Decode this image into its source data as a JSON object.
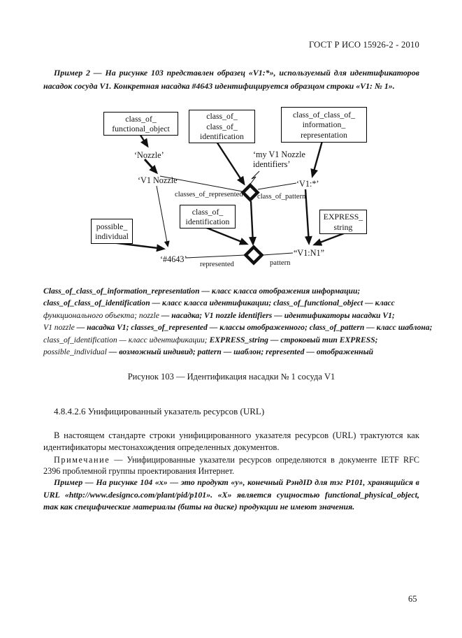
{
  "doc": {
    "header": "ГОСТ Р ИСО 15926-2 - 2010",
    "page_number": "65"
  },
  "example_top": {
    "text": "Пример 2 — На рисунке 103 представлен образец «V1:*», используемый для идентификаторов насадок сосуда V1. Конкретная насадка #4643 идентифицируется образцом строки «V1: № 1»."
  },
  "diagram": {
    "boxes": {
      "functional_object": "class_of_\nfunctional_object",
      "class_of_class_of_identification": "class_of_\nclass_of_\nidentification",
      "class_of_class_of_information_representation": "class_of_class_of_\ninformation_\nrepresentation",
      "class_of_identification": "class_of_\nidentification",
      "express_string": "EXPRESS_\nstring",
      "possible_individual": "possible_\nindividual"
    },
    "labels": {
      "nozzle": "‘Nozzle’",
      "my_v1_nozzle_identifiers": "‘my V1 Nozzle\nidentifiers’",
      "v1_nozzle": "‘V1 Nozzle",
      "v1_star": "‘V1:*’",
      "classes_of_represented": "classes_of_represented",
      "class_of_pattern": "class_of_pattern",
      "hash4643": "‘#4643’",
      "represented": "represented",
      "pattern": "pattern",
      "v1_n1": "“V1:N1”"
    }
  },
  "legend": {
    "lines": [
      {
        "segments": [
          {
            "text": "Class_of_class_of_information_representation — класс класса отображения информации;",
            "bold": true
          }
        ]
      },
      {
        "segments": [
          {
            "text": "class_of_class_of_identification — класс класса идентификации; class_of_functional_object — класс",
            "bold": true
          }
        ]
      },
      {
        "segments": [
          {
            "text": "функционального объекта; nozzle ",
            "bold": false
          },
          {
            "text": "— насадка; V1 nozzle identifiers — идентификаторы насадки V1;",
            "bold": true
          }
        ]
      },
      {
        "segments": [
          {
            "text": "V1 nozzle ",
            "bold": false
          },
          {
            "text": "— насадка V1; classes_of_represented — классы отображенного; class_of_pattern — класс шаблона;",
            "bold": true
          }
        ]
      },
      {
        "segments": [
          {
            "text": "class_of_identification — класс идентификации; ",
            "bold": false
          },
          {
            "text": "EXPRESS_string — строковый тип EXPRESS;",
            "bold": true
          }
        ]
      },
      {
        "segments": [
          {
            "text": "possible_individual ",
            "bold": false
          },
          {
            "text": "— возможный индивид; pattern — шаблон; represented — отображенный",
            "bold": true
          }
        ]
      }
    ]
  },
  "figure": {
    "caption": "Рисунок 103 — Идентификация насадки № 1 сосуда V1"
  },
  "section": {
    "heading": "4.8.4.2.6 Унифицированный указатель ресурсов (URL)",
    "para": "В настоящем стандарте строки унифицированного указателя ресурсов (URL) трактуются как идентификаторы местонахождения определенных документов.",
    "note_label": "Примечание",
    "note_rest": " — Унифицированные указатели ресурсов определяются в документе IETF RFC 2396 проблемной группы проектирования Интернет.",
    "example": "Пример — На рисунке 104 «х» — это продукт «у», конечный РэндID для тэг Р101, хранящийся в URL «http://www.designco.com/plant/pid/p101». «Х» является сущностью functional_physical_object, так как специфические материалы (биты на диске) продукции не имеют значения."
  }
}
